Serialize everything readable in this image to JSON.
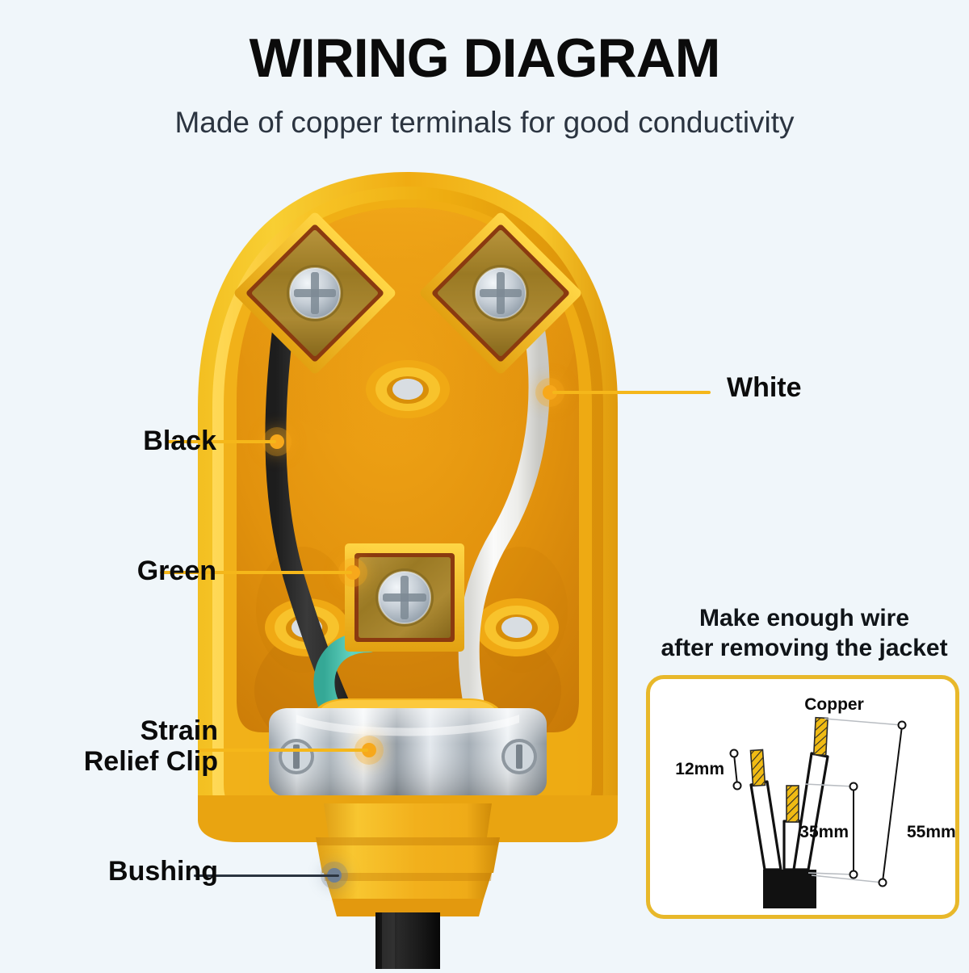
{
  "header": {
    "title": "WIRING DIAGRAM",
    "subtitle": "Made of copper terminals for good conductivity"
  },
  "callouts": [
    {
      "id": "black",
      "label": "Black",
      "side": "left"
    },
    {
      "id": "green",
      "label": "Green",
      "side": "left"
    },
    {
      "id": "strain",
      "label": "Strain\nRelief Clip",
      "side": "left"
    },
    {
      "id": "bushing",
      "label": "Bushing",
      "side": "left"
    },
    {
      "id": "white",
      "label": "White",
      "side": "right"
    }
  ],
  "callout_labels": {
    "black": "Black",
    "green": "Green",
    "strain_line1": "Strain",
    "strain_line2": "Relief Clip",
    "bushing": "Bushing",
    "white": "White"
  },
  "inset": {
    "title_line1": "Make enough wire",
    "title_line2": "after removing the jacket",
    "copper_label": "Copper",
    "dimensions": {
      "strip_length": "12mm",
      "medium_wire": "35mm",
      "long_wire": "55mm"
    }
  },
  "colors": {
    "background": "#f0f6fa",
    "title_text": "#0b0b0b",
    "subtitle_text": "#2b3440",
    "leader_yellow": "#f5b71a",
    "leader_dark": "#2b3440",
    "marker_dot": "#f7a81b",
    "shell_bright_yellow": "#f5c518",
    "shell_amber": "#e8950f",
    "shell_deep_amber": "#d98109",
    "brass": "#b08a34",
    "screw_silver": "#c9d2da",
    "wire_black": "#2b2b2b",
    "wire_white": "#f2f2f0",
    "wire_green": "#4fc3b0",
    "clip_chrome": "#c0c7cd",
    "cable_black": "#141414",
    "card_border": "#e8b82a",
    "copper_tip": "#e8b10f"
  }
}
